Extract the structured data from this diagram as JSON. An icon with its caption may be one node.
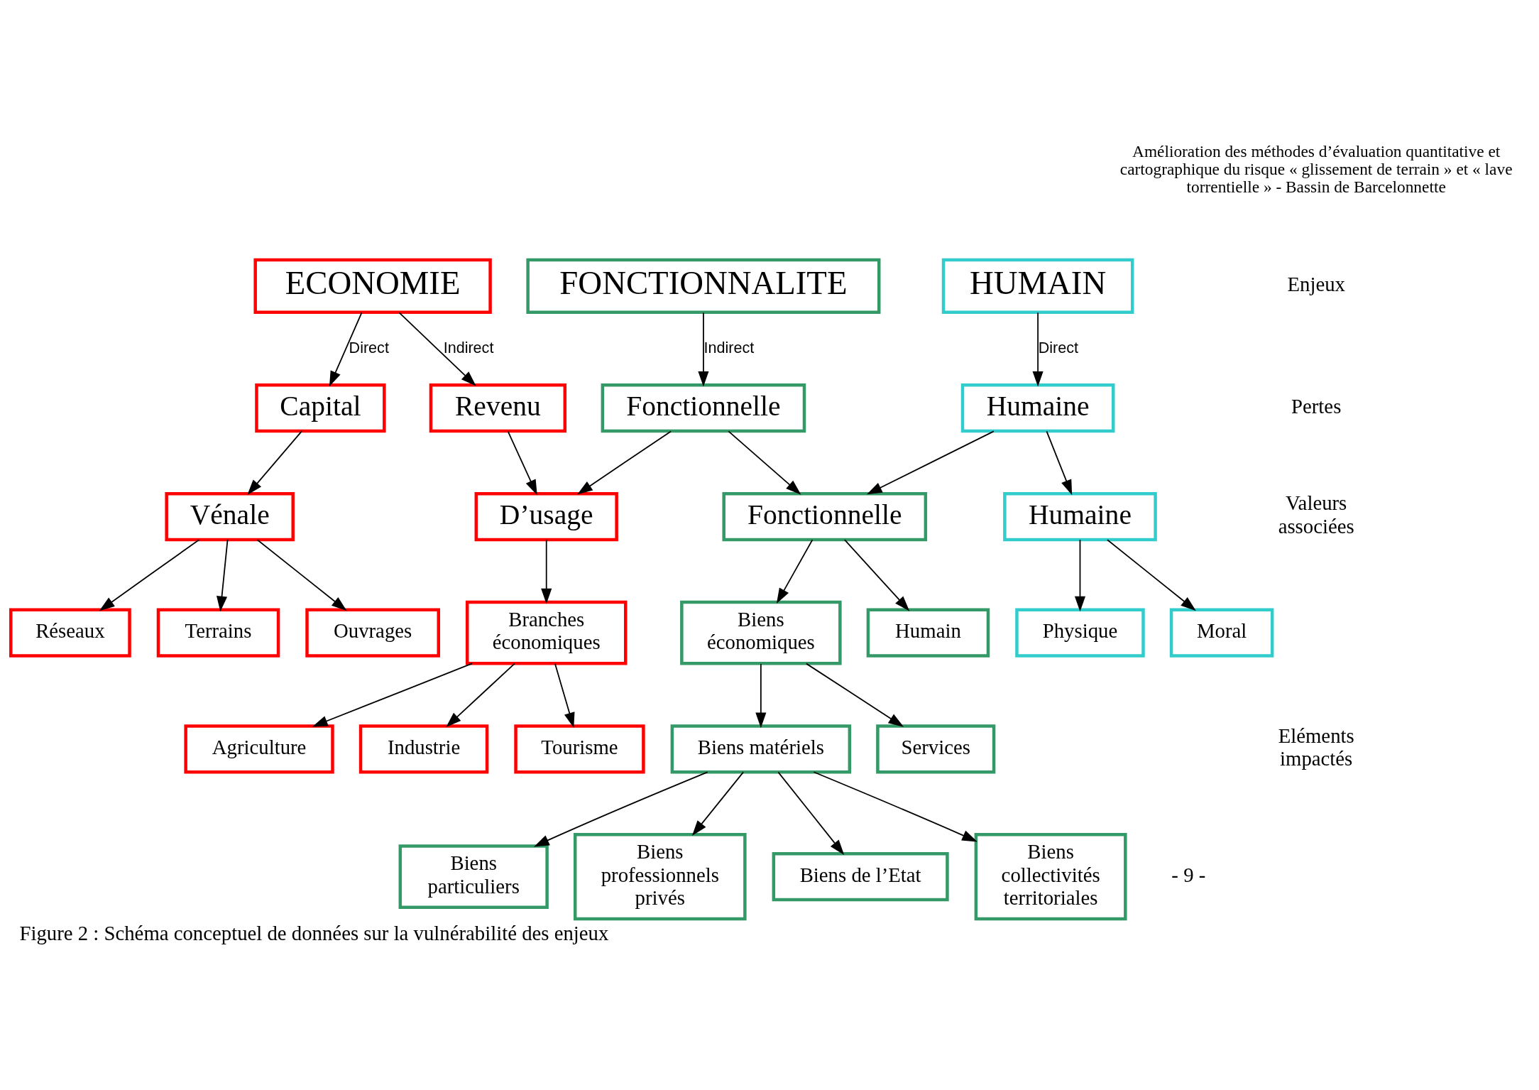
{
  "diagram": {
    "caption": "Figure 2 : Schéma conceptuel de données sur la vulnérabilité des enjeux",
    "nodes": [
      {
        "text": [
          "ECONOMIE"
        ]
      },
      {
        "text": [
          "FONCTIONNALITE"
        ]
      },
      {
        "text": [
          "HUMAIN"
        ]
      },
      {
        "text": [
          "Capital"
        ]
      },
      {
        "text": [
          "Revenu"
        ]
      },
      {
        "text": [
          "Fonctionnelle"
        ]
      },
      {
        "text": [
          "Humaine"
        ]
      },
      {
        "text": [
          "Vénale"
        ]
      },
      {
        "text": [
          "D’usage"
        ]
      },
      {
        "text": [
          "Fonctionnelle"
        ]
      },
      {
        "text": [
          "Humaine"
        ]
      },
      {
        "text": [
          "Réseaux"
        ]
      },
      {
        "text": [
          "Terrains"
        ]
      },
      {
        "text": [
          "Ouvrages"
        ]
      },
      {
        "text": [
          "Branches économiques"
        ]
      },
      {
        "text": [
          "Biens économiques"
        ]
      },
      {
        "text": [
          "Humain"
        ]
      },
      {
        "text": [
          "Physique"
        ]
      },
      {
        "text": [
          "Moral"
        ]
      },
      {
        "text": [
          "Agriculture"
        ]
      },
      {
        "text": [
          "Industrie"
        ]
      },
      {
        "text": [
          "Tourisme"
        ]
      },
      {
        "text": [
          "Biens matériels"
        ]
      },
      {
        "text": [
          "Services"
        ]
      },
      {
        "text": [
          "Biens particuliers"
        ]
      },
      {
        "text": [
          "Biens professionnels privés"
        ]
      },
      {
        "text": [
          "Biens de l’Etat"
        ]
      },
      {
        "text": [
          "Biens collectivités territoriales"
        ]
      }
    ],
    "edges": [
      {
        "from": 0,
        "to": 3,
        "arrow": "to",
        "label": "Direct"
      },
      {
        "from": 0,
        "to": 4,
        "arrow": "to",
        "label": "Indirect"
      },
      {
        "from": 1,
        "to": 5,
        "arrow": "to",
        "label": "Indirect"
      },
      {
        "from": 2,
        "to": 6,
        "arrow": "to",
        "label": "Direct"
      },
      {
        "from": 3,
        "to": 7,
        "arrow": "to"
      },
      {
        "from": 4,
        "to": 8,
        "arrow": "to"
      },
      {
        "from": 5,
        "to": 8,
        "arrow": "to"
      },
      {
        "from": 5,
        "to": 9,
        "arrow": "to"
      },
      {
        "from": 6,
        "to": 9,
        "arrow": "to"
      },
      {
        "from": 6,
        "to": 10,
        "arrow": "to"
      },
      {
        "from": 7,
        "to": 11,
        "arrow": "to"
      },
      {
        "from": 7,
        "to": 12,
        "arrow": "to"
      },
      {
        "from": 7,
        "to": 13,
        "arrow": "to"
      },
      {
        "from": 8,
        "to": 14,
        "arrow": "to"
      },
      {
        "from": 9,
        "to": 15,
        "arrow": "to"
      },
      {
        "from": 9,
        "to": 16,
        "arrow": "to"
      },
      {
        "from": 10,
        "to": 17,
        "arrow": "to"
      },
      {
        "from": 10,
        "to": 18,
        "arrow": "to"
      },
      {
        "from": 14,
        "to": 19,
        "arrow": "to"
      },
      {
        "from": 14,
        "to": 20,
        "arrow": "to"
      },
      {
        "from": 14,
        "to": 21,
        "arrow": "to"
      },
      {
        "from": 15,
        "to": 22,
        "arrow": "to"
      },
      {
        "from": 15,
        "to": 23,
        "arrow": "to"
      },
      {
        "from": 22,
        "to": 24,
        "arrow": "to"
      },
      {
        "from": 22,
        "to": 25,
        "arrow": "to"
      },
      {
        "from": 22,
        "to": 26,
        "arrow": "to"
      },
      {
        "from": 22,
        "to": 27,
        "arrow": "to"
      }
    ],
    "labels": [
      "Amélioration des méthodes d’évaluation quantitative et cartographique du risque « glissement de terrain » et « lave torrentielle » - Bassin de Barcelonnette",
      "Enjeux",
      "Pertes",
      "Valeurs associées",
      "Eléments impactés",
      "- 9 -"
    ]
  }
}
